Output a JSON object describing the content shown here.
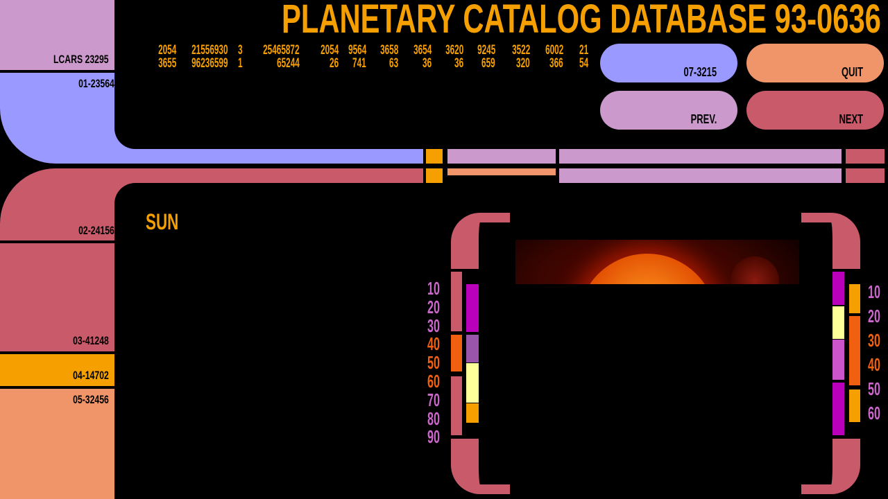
{
  "title": "PLANETARY CATALOG DATABASE 93-0636",
  "sidebar": {
    "lcars": "LCARS 23295",
    "s1": "01-23564",
    "s2": "02-24156",
    "s3": "03-41248",
    "s4": "04-14702",
    "s5": "05-32456"
  },
  "numbers": {
    "row1": [
      "2054",
      "21556930",
      "3",
      "25465872",
      "2054",
      "9564",
      "3658",
      "3654",
      "3620",
      "9245",
      "3522",
      "6002",
      "21"
    ],
    "row2": [
      "3655",
      "96236599",
      "1",
      "65244",
      "26",
      "741",
      "63",
      "36",
      "36",
      "659",
      "320",
      "366",
      "54"
    ]
  },
  "buttons": {
    "b1": "07-3215",
    "quit": "QUIT",
    "prev": "PREV.",
    "next": "NEXT"
  },
  "section": "SUN",
  "scale_left": [
    "10",
    "20",
    "30",
    "40",
    "50",
    "60",
    "70",
    "80",
    "90"
  ],
  "scale_right": [
    "10",
    "20",
    "30",
    "40",
    "50",
    "60"
  ],
  "colors": {
    "lavender": "#9999ff",
    "lilac": "#cc99cc",
    "orange": "#f5a000",
    "peach": "#f0956a",
    "rose": "#c85a6a"
  }
}
